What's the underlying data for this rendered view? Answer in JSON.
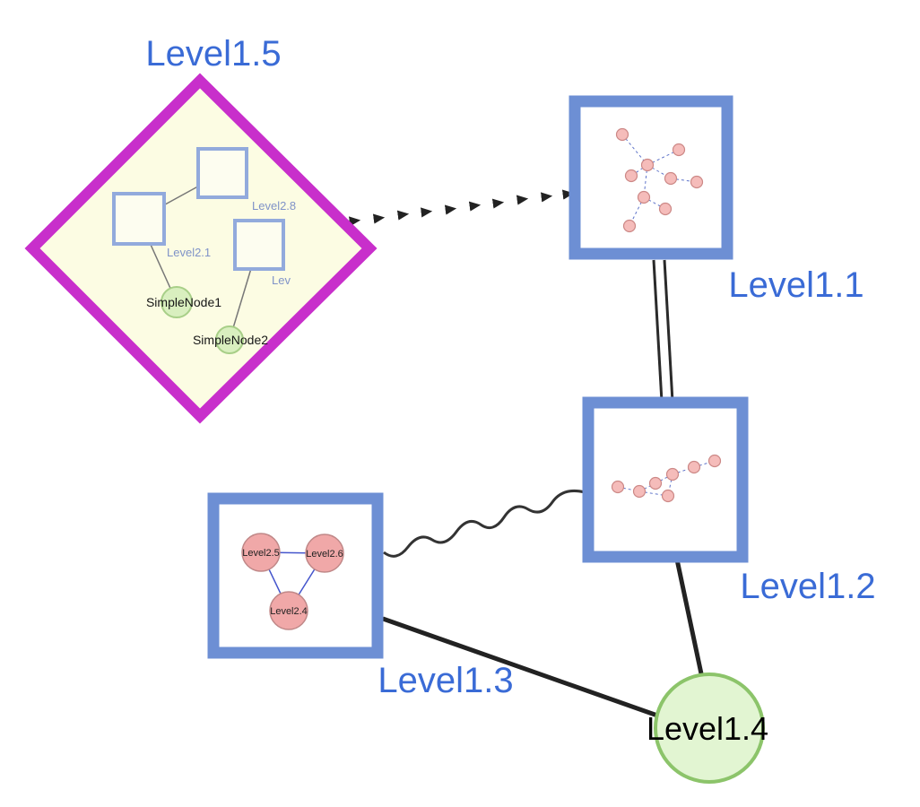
{
  "labels": {
    "level15": "Level1.5",
    "level11": "Level1.1",
    "level12": "Level1.2",
    "level13": "Level1.3",
    "level14": "Level1.4",
    "level28": "Level2.8",
    "level21": "Level2.1",
    "lev": "Lev",
    "simplenode1": "SimpleNode1",
    "simplenode2": "SimpleNode2",
    "level25": "Level2.5",
    "level26": "Level2.6",
    "level24": "Level2.4"
  },
  "colors": {
    "label_blue": "#3a6bd6",
    "diamond_stroke": "#c82fcb",
    "diamond_fill": "#fcfce3",
    "group_box_stroke": "#6d8fd4",
    "inner_square_stroke": "#92aadc",
    "green_node_fill": "#def3cf",
    "green_node_stroke": "#8cc46a",
    "pink_node_fill": "#f0a8a8",
    "pink_node_stroke": "#c08888",
    "mini_node_fill": "#f5bcba",
    "mini_node_stroke": "#cc8886",
    "edge_dark": "#2a2a2a",
    "mini_edge_blue": "#5f74c9"
  },
  "graph": {
    "nodes": [
      {
        "id": "Level1.5",
        "shape": "diamond-group",
        "children": [
          "Level2.8",
          "Level2.1",
          "Lev",
          "SimpleNode1",
          "SimpleNode2"
        ]
      },
      {
        "id": "Level1.1",
        "shape": "square-group"
      },
      {
        "id": "Level1.2",
        "shape": "square-group"
      },
      {
        "id": "Level1.3",
        "shape": "square-group",
        "children": [
          "Level2.5",
          "Level2.6",
          "Level2.4"
        ]
      },
      {
        "id": "Level1.4",
        "shape": "circle"
      }
    ],
    "edges": [
      {
        "from": "Level1.5",
        "to": "Level1.1",
        "style": "arrow-chain"
      },
      {
        "from": "Level1.1",
        "to": "Level1.2",
        "style": "double-line"
      },
      {
        "from": "Level1.3",
        "to": "Level1.2",
        "style": "wavy"
      },
      {
        "from": "Level1.3",
        "to": "Level1.4",
        "style": "solid"
      },
      {
        "from": "Level1.2",
        "to": "Level1.4",
        "style": "solid"
      }
    ],
    "inner_edges": [
      {
        "from": "Level2.8",
        "to": "Level2.1"
      },
      {
        "from": "Level2.1",
        "to": "SimpleNode1"
      },
      {
        "from": "Lev",
        "to": "SimpleNode2"
      },
      {
        "from": "Level2.5",
        "to": "Level2.6"
      },
      {
        "from": "Level2.5",
        "to": "Level2.4"
      },
      {
        "from": "Level2.6",
        "to": "Level2.4"
      }
    ]
  }
}
